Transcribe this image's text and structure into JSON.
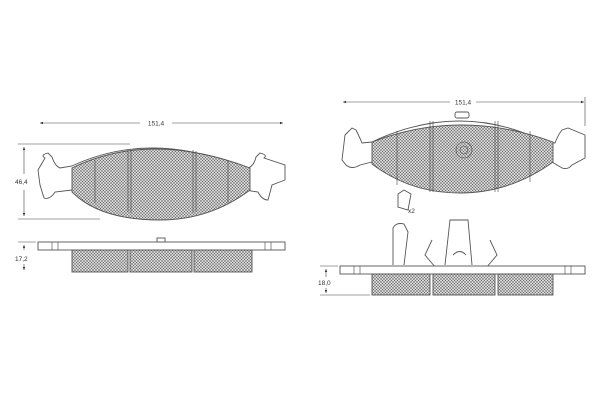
{
  "drawing": {
    "left_pad": {
      "width_dimension": "151,4",
      "height_dimension": "46,4",
      "thickness_dimension": "17,2"
    },
    "right_pad": {
      "width_dimension": "151,4",
      "thickness_dimension": "18,0",
      "wear_indicator_quantity": "x2"
    }
  }
}
